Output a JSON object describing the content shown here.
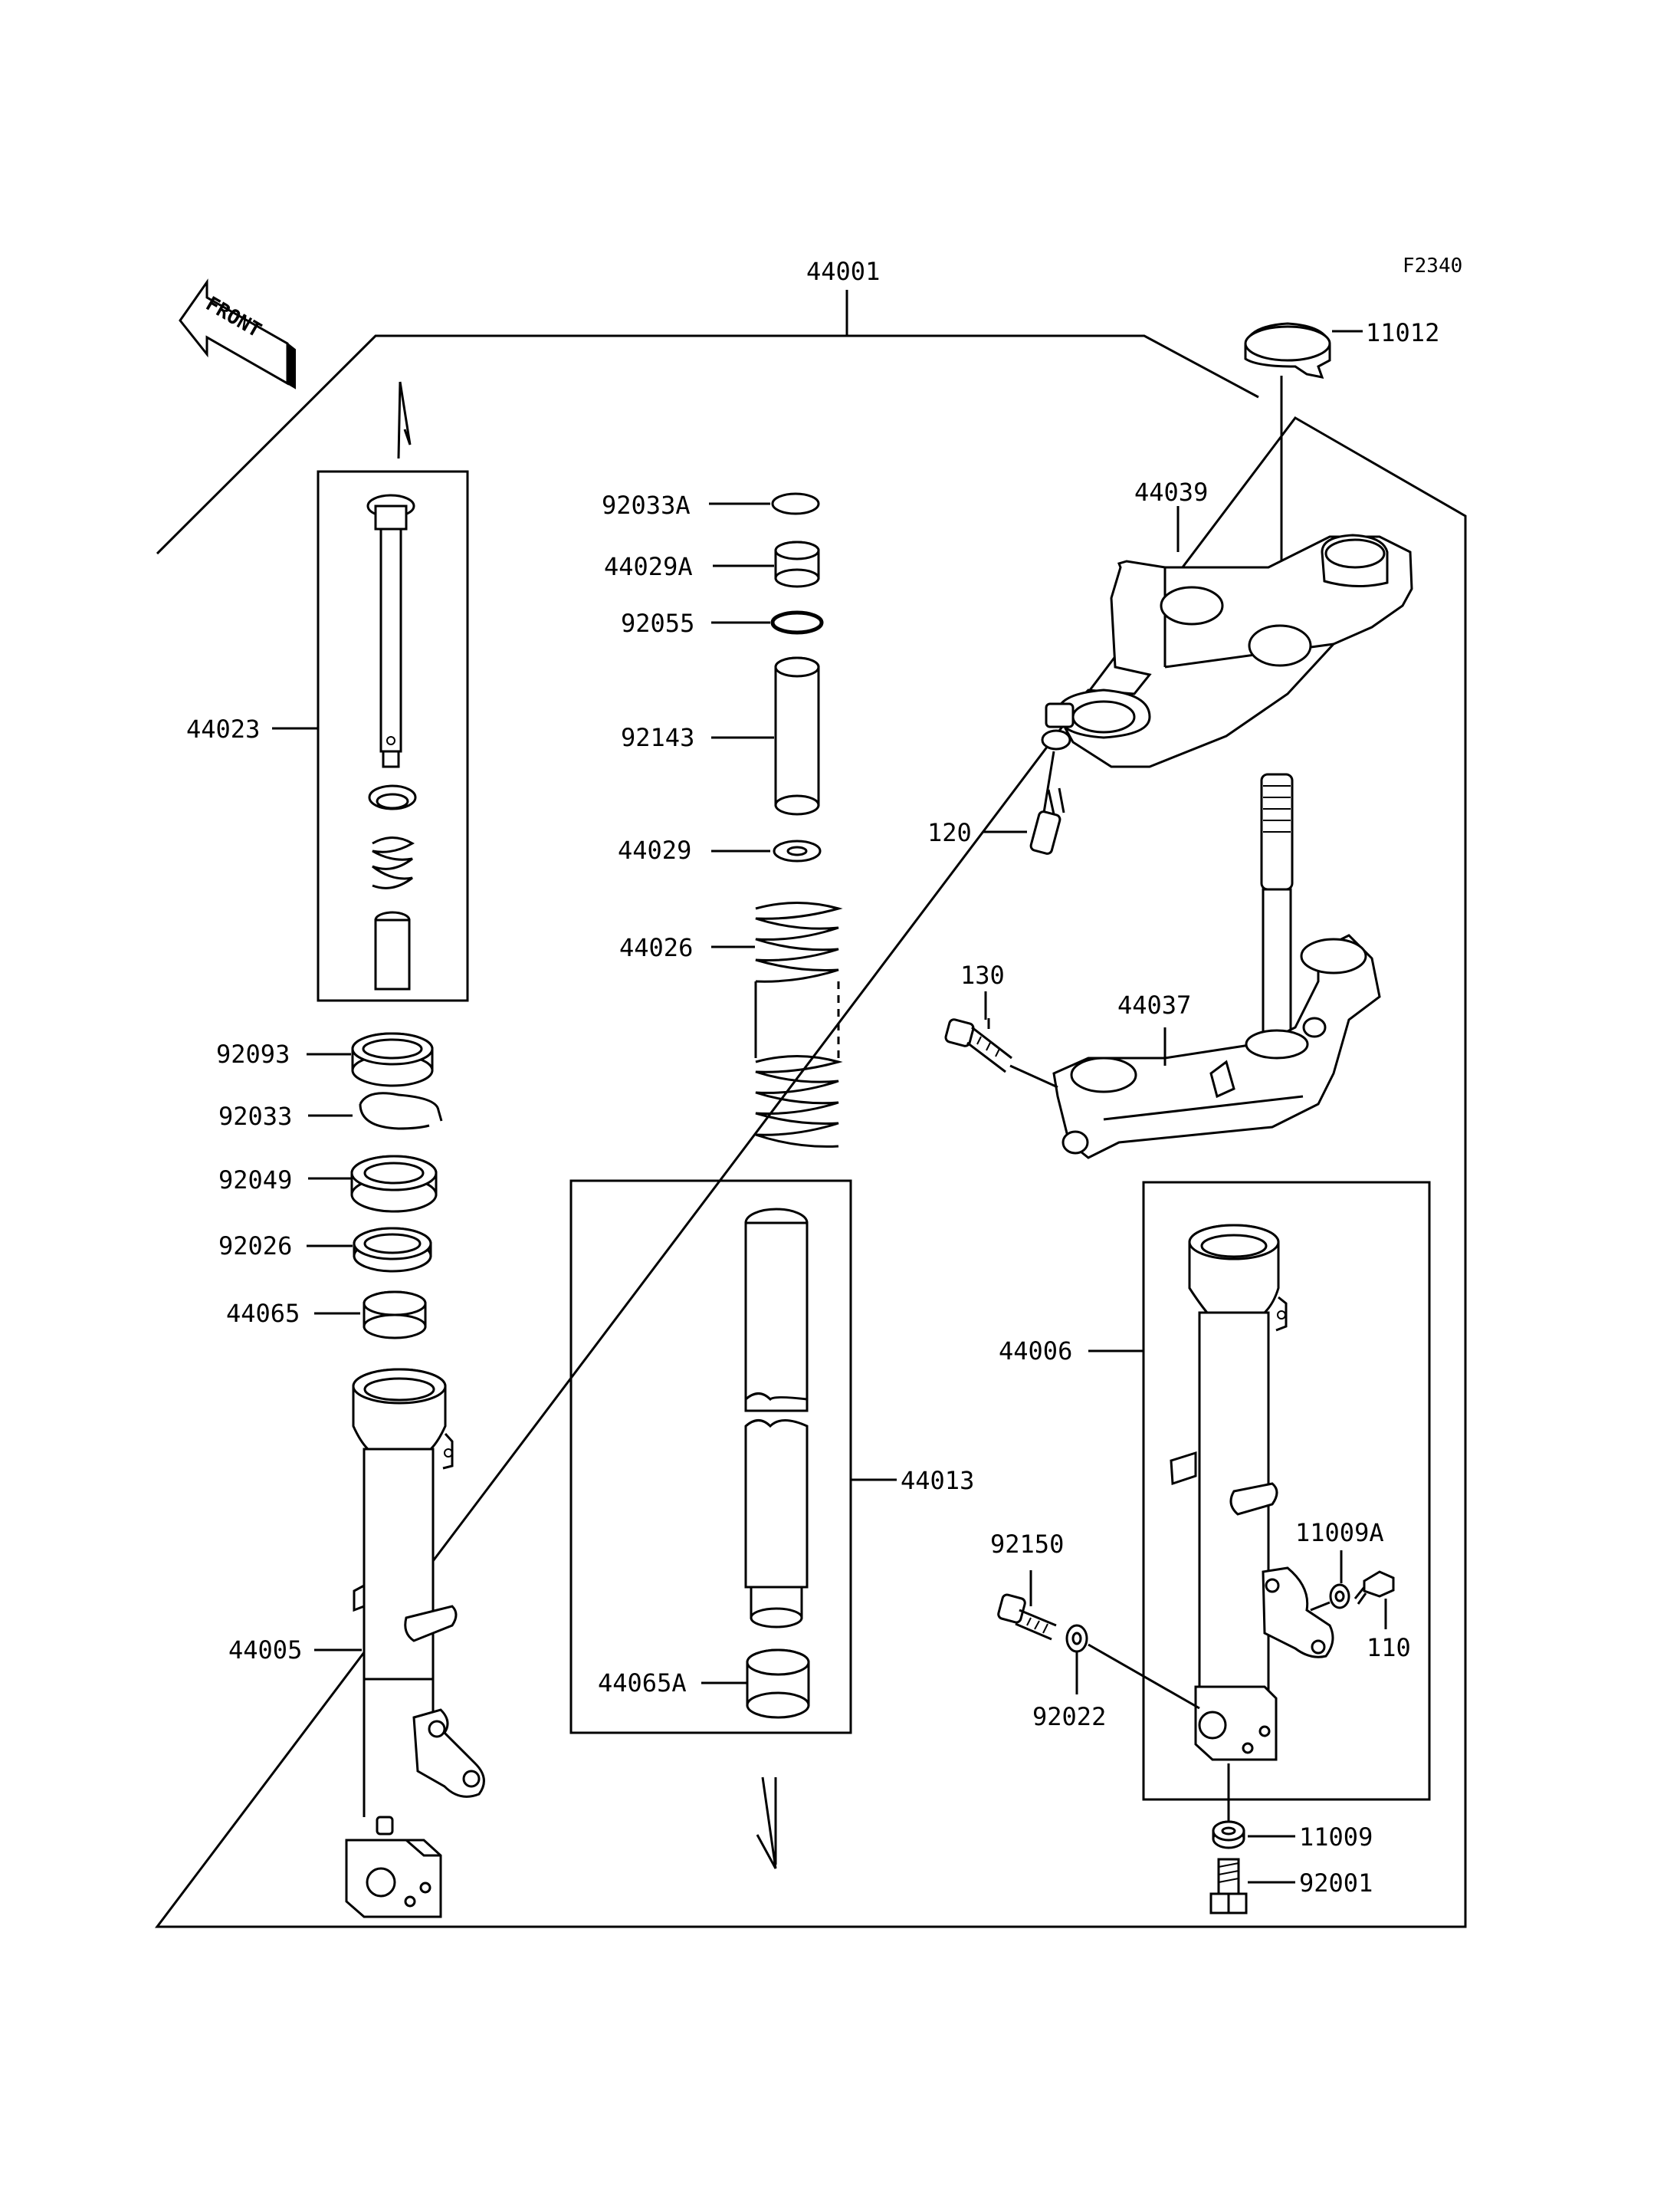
{
  "figure_code": "F2340",
  "front_label": "FRONT",
  "assembly_label": "44001",
  "callouts": {
    "c11012": "11012",
    "c44039": "44039",
    "c120": "120",
    "c130": "130",
    "c44037": "44037",
    "c44023": "44023",
    "c92033A": "92033A",
    "c44029A": "44029A",
    "c92055": "92055",
    "c92143": "92143",
    "c44029": "44029",
    "c44026": "44026",
    "c92093": "92093",
    "c92033": "92033",
    "c92049": "92049",
    "c92026": "92026",
    "c44065": "44065",
    "c44013": "44013",
    "c44065A": "44065A",
    "c44005": "44005",
    "c44006": "44006",
    "c92150": "92150",
    "c92022": "92022",
    "c11009A": "11009A",
    "c110": "110",
    "c11009": "11009",
    "c92001": "92001"
  }
}
